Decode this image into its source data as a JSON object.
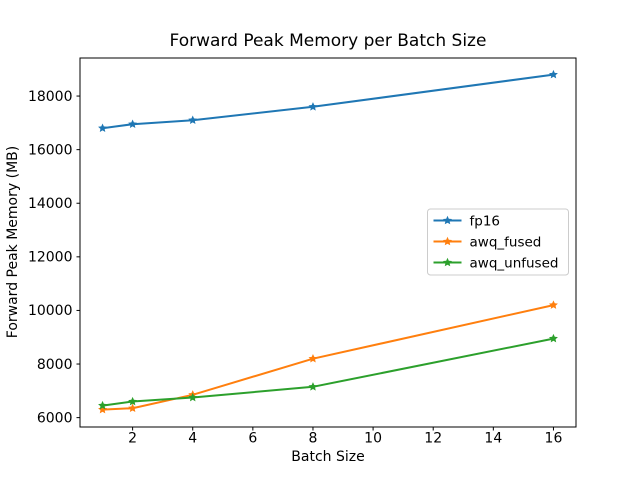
{
  "chart_data": {
    "type": "line",
    "title": "Forward Peak Memory per Batch Size",
    "xlabel": "Batch Size",
    "ylabel": "Forward Peak Memory (MB)",
    "x": [
      1,
      2,
      4,
      8,
      16
    ],
    "series": [
      {
        "name": "fp16",
        "color": "#1f77b4",
        "marker": "star",
        "values": [
          16800,
          16950,
          17100,
          17600,
          18800
        ]
      },
      {
        "name": "awq_fused",
        "color": "#ff7f0e",
        "marker": "star",
        "values": [
          6300,
          6350,
          6850,
          8200,
          10200
        ]
      },
      {
        "name": "awq_unfused",
        "color": "#2ca02c",
        "marker": "star",
        "values": [
          6450,
          6600,
          6750,
          7150,
          8950
        ]
      }
    ],
    "xlim": [
      0.25,
      16.75
    ],
    "ylim": [
      5650,
      19420
    ],
    "x_ticks": [
      2,
      4,
      6,
      8,
      10,
      12,
      14,
      16
    ],
    "y_ticks": [
      6000,
      8000,
      10000,
      12000,
      14000,
      16000,
      18000
    ],
    "grid": false,
    "legend": {
      "position": "center-right-inside",
      "border_color": "#cccccc",
      "background": "#ffffff",
      "entries": [
        "fp16",
        "awq_fused",
        "awq_unfused"
      ]
    },
    "colors": {
      "axes": "#000000",
      "text": "#000000",
      "figure_background": "#ffffff"
    }
  }
}
